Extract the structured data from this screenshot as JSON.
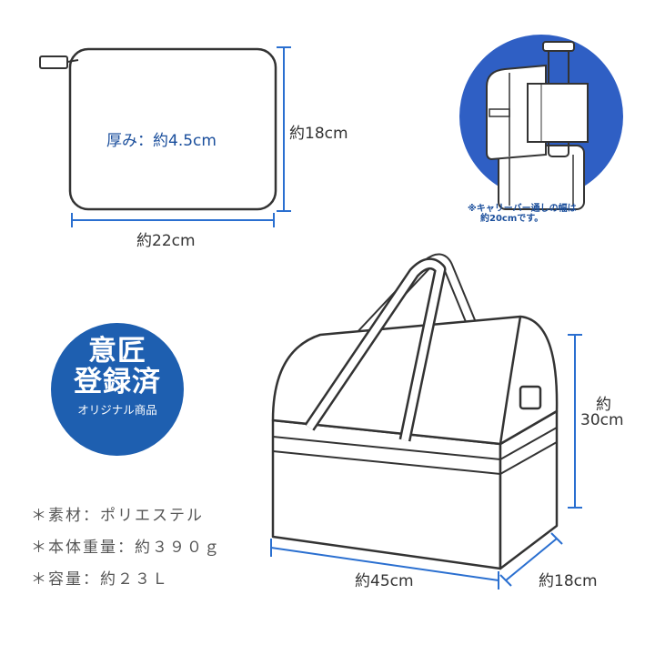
{
  "pouch": {
    "thickness_label": "厚み：約4.5cm",
    "height_label": "約18cm",
    "width_label": "約22cm"
  },
  "carry_note": {
    "line1": "※キャリーバー通しの幅は",
    "line2": "約20cmです。"
  },
  "badge": {
    "line1": "意匠",
    "line2": "登録済",
    "line3": "オリジナル商品"
  },
  "bag": {
    "height_label": "約",
    "height_value": "30cm",
    "width_label": "約45cm",
    "depth_label": "約18cm"
  },
  "specs": [
    "＊素材：ポリエステル",
    "＊本体重量：約３９０ｇ",
    "＊容量：約２３Ｌ"
  ],
  "colors": {
    "accent_blue": "#1e5fb0",
    "dimension_line": "#2a6fd0",
    "outline": "#3a3a3a",
    "circle_bg": "#2f5fc4"
  }
}
